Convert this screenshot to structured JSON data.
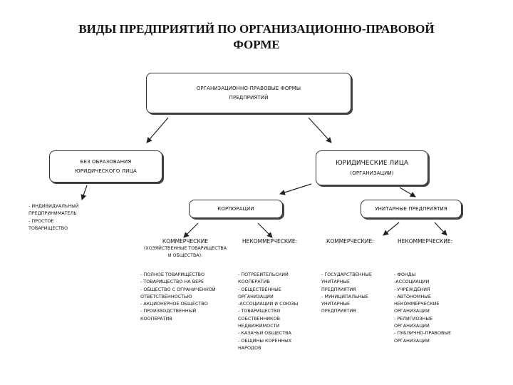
{
  "title": {
    "line1": "ВИДЫ ПРЕДПРИЯТИЙ ПО ОРГАНИЗАЦИОННО-ПРАВОВОЙ",
    "line2": "ФОРМЕ"
  },
  "root": {
    "line1": "ОРГАНИЗАЦИОННО-ПРАВОВЫЕ ФОРМЫ",
    "line2": "ПРЕДПРИЯТИЙ"
  },
  "no_entity": {
    "line1": "БЕЗ ОБРАЗОВАНИЯ",
    "line2": "ЮРИДИЧЕСКОГО ЛИЦА",
    "items": [
      "- ИНДИВИДУАЛЬНЫЙ",
      "ПРЕДПРИНИМАТЕЛЬ",
      "- ПРОСТОЕ",
      "ТОВАРИЩЕСТВО"
    ]
  },
  "legal": {
    "line1": "ЮРИДИЧЕСКИЕ ЛИЦА",
    "line2": "(ОРГАНИЗАЦИИ)"
  },
  "corporations": {
    "label": "КОРПОРАЦИИ",
    "commercial": {
      "heading": "КОММЕРЧЕСКИЕ",
      "sub1": "(ХОЗЯЙСТВЕННЫЕ ТОВАРИЩЕСТВА",
      "sub2": "И ОБЩЕСТВА):",
      "items": [
        "- ПОЛНОЕ ТОВАРИЩЕСТВО",
        "- ТОВАРИЩЕСТВО НА ВЕРЕ",
        "- ОБЩЕСТВО С ОГРАНИЧЕННОЙ",
        "ОТВЕТСТВЕННОСТЬЮ",
        "- АКЦИОНЕРНОЕ ОБЩЕСТВО",
        "- ПРОИЗВОДСТВЕННЫЙ",
        "КООПЕРАТИВ"
      ]
    },
    "noncommercial": {
      "heading": "НЕКОММЕРЧЕСКИЕ:",
      "items": [
        "- ПОТРЕБИТЕЛЬСКИЙ",
        "КООПЕРАТИВ",
        "- ОБЩЕСТВЕННЫЕ",
        "ОРГАНИЗАЦИИ",
        "-АССОЦИАЦИИ И СОЮЗЫ",
        "- ТОВАРИЩЕСТВО",
        "СОБСТВЕННИКОВ",
        "НЕДВИЖИМОСТИ",
        "- КАЗАЧЬИ ОБЩЕСТВА",
        "- ОБЩИНЫ КОРЕННЫХ",
        "НАРОДОВ"
      ]
    }
  },
  "unitary": {
    "label": "УНИТАРНЫЕ ПРЕДПРИЯТИЯ",
    "commercial": {
      "heading": "КОММЕРЧЕСКИЕ:",
      "items": [
        "- ГОСУДАРСТВЕННЫЕ",
        "УНИТАРНЫЕ",
        "ПРЕДПРИЯТИЯ",
        "- МУНИЦИПАЛЬНЫЕ",
        "УНИТАРНЫЕ",
        "ПРЕДПРИЯТИЯ"
      ]
    },
    "noncommercial": {
      "heading": "НЕКОММЕРЧЕСКИЕ:",
      "items": [
        "- ФОНДЫ",
        "-АССОЦИАЦИИ",
        "- УЧРЕЖДЕНИЯ",
        "- АВТОНОМНЫЕ",
        "НЕКОММЕРЧЕСКИЕ",
        "ОРГАНИЗАЦИИ",
        "- РЕЛИГИОЗНЫЕ",
        "ОРГАНИЗАЦИИ",
        "- ПУБЛИЧНО-ПРАВОВЫЕ",
        "ОРГАНИЗАЦИИ"
      ]
    }
  }
}
